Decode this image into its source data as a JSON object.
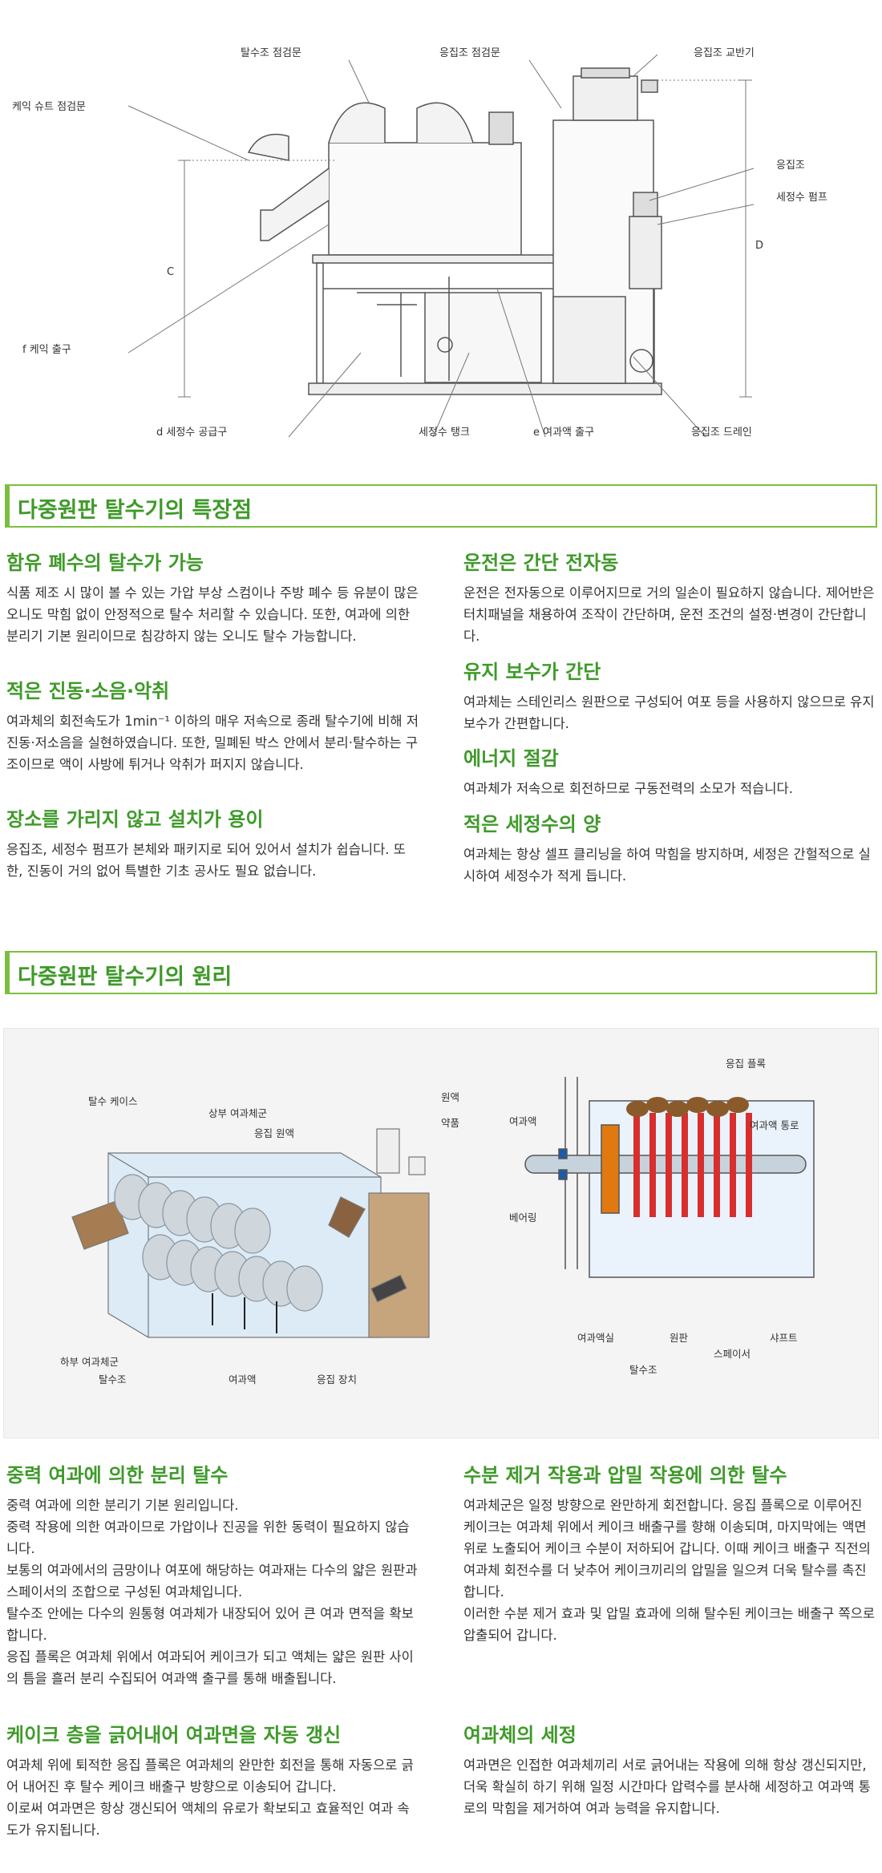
{
  "diagram1": {
    "labels": {
      "dewater_tank_door": "탈수조 점검문",
      "coag_tank_door": "응집조 점검문",
      "coag_mixer": "응집조 교반기",
      "cake_chute_door": "케익 슈트 점검문",
      "coag_tank": "응집조",
      "wash_pump": "세정수 펌프",
      "dim_c": "C",
      "dim_d": "D",
      "cake_outlet": "f   케익 출구",
      "wash_supply": "d   세정수 공급구",
      "wash_tank": "세정수 탱크",
      "filtrate_outlet": "e   여과액 출구",
      "coag_drain": "응집조 드레인"
    }
  },
  "features_section": {
    "title": "다중원판 탈수기의 특장점",
    "left": [
      {
        "heading": "함유 폐수의 탈수가 가능",
        "body": "식품 제조 시 많이 볼 수 있는 가압 부상 스컴이나 주방 폐수 등 유분이 많은 오니도 막힘 없이 안정적으로 탈수 처리할 수 있습니다. 또한, 여과에 의한 분리기 기본 원리이므로 침강하지 않는 오니도 탈수 가능합니다."
      },
      {
        "heading": "적은 진동·소음·악취",
        "body": "여과체의 회전속도가 1min⁻¹ 이하의 매우 저속으로 종래 탈수기에 비해 저진동·저소음을 실현하였습니다. 또한, 밀폐된 박스 안에서 분리·탈수하는 구조이므로 액이 사방에 튀거나 악취가 퍼지지 않습니다."
      },
      {
        "heading": "장소를 가리지 않고 설치가 용이",
        "body": "응집조, 세정수 펌프가 본체와 패키지로 되어 있어서 설치가 쉽습니다. 또한, 진동이 거의 없어 특별한 기초 공사도 필요 없습니다."
      }
    ],
    "right": [
      {
        "heading": "운전은 간단 전자동",
        "body": "운전은 전자동으로 이루어지므로 거의 일손이 필요하지 않습니다. 제어반은 터치패널을 채용하여 조작이 간단하며, 운전 조건의 설정·변경이 간단합니다."
      },
      {
        "heading": "유지 보수가 간단",
        "body": "여과체는 스테인리스 원판으로 구성되어 여포 등을 사용하지 않으므로 유지 보수가 간편합니다."
      },
      {
        "heading": "에너지 절감",
        "body": "여과체가 저속으로 회전하므로 구동전력의 소모가 적습니다."
      },
      {
        "heading": "적은 세정수의 양",
        "body": "여과체는 항상 셀프 클리닝을 하여 막힘을 방지하며, 세정은 간헐적으로 실시하여 세정수가 적게 듭니다."
      }
    ]
  },
  "principle_section": {
    "title": "다중원판 탈수기의 원리",
    "left_labels": {
      "dewater_case": "탈수 케이스",
      "upper_filter": "상부 여과체군",
      "coag_raw": "응집 원액",
      "raw": "원액",
      "chem": "약품",
      "lower_filter": "하부 여과체군",
      "dewater_tank": "탈수조",
      "filtrate": "여과액",
      "coag_device": "응집 장치"
    },
    "right_labels": {
      "coag_floc": "응집 플록",
      "filtrate": "여과액",
      "filtrate_path": "여과액 통로",
      "bearing": "베어링",
      "filtrate_chamber": "여과액실",
      "disc": "원판",
      "shaft": "샤프트",
      "spacer": "스페이서",
      "dewater_tank": "탈수조"
    },
    "left": [
      {
        "heading": "중력 여과에 의한 분리 탈수",
        "body_lines": [
          "중력 여과에 의한 분리기 기본 원리입니다.",
          "중력 작용에 의한 여과이므로 가압이나 진공을 위한 동력이 필요하지 않습니다.",
          "보통의 여과에서의 금망이나 여포에 해당하는 여과재는 다수의 얇은 원판과 스페이서의 조합으로 구성된 여과체입니다.",
          "탈수조 안에는 다수의 원통형 여과체가 내장되어 있어 큰 여과 면적을 확보합니다.",
          "응집 플록은 여과체 위에서 여과되어 케이크가 되고 액체는 얇은 원판 사이의 틈을 흘러 분리 수집되어 여과액 출구를 통해 배출됩니다."
        ]
      },
      {
        "heading": "케이크 층을 긁어내어 여과면을 자동 갱신",
        "body_lines": [
          "여과체 위에 퇴적한 응집 플록은 여과체의 완만한 회전을 통해 자동으로 긁어 내어진 후 탈수 케이크 배출구 방향으로 이송되어 갑니다.",
          "이로써 여과면은 항상 갱신되어 액체의 유로가 확보되고 효율적인 여과 속도가 유지됩니다."
        ]
      }
    ],
    "right": [
      {
        "heading": "수분 제거 작용과 압밀 작용에 의한 탈수",
        "body_lines": [
          "여과체군은 일정 방향으로 완만하게 회전합니다. 응집 플록으로 이루어진 케이크는 여과체 위에서 케이크 배출구를 향해 이송되며, 마지막에는 액면 위로 노출되어 케이크 수분이 저하되어 갑니다. 이때 케이크 배출구 직전의 여과체 회전수를 더 낮추어 케이크끼리의 압밀을 일으켜 더욱 탈수를 촉진합니다.",
          "이러한 수분 제거 효과 및 압밀 효과에 의해 탈수된 케이크는 배출구 쪽으로 압출되어 갑니다."
        ]
      },
      {
        "heading": "여과체의 세정",
        "body_lines": [
          "여과면은 인접한 여과체끼리 서로 긁어내는 작용에 의해 항상 갱신되지만, 더욱 확실히 하기 위해 일정 시간마다 압력수를 분사해 세정하고 여과액 통로의 막힘을 제거하여 여과 능력을 유지합니다."
        ]
      }
    ]
  }
}
